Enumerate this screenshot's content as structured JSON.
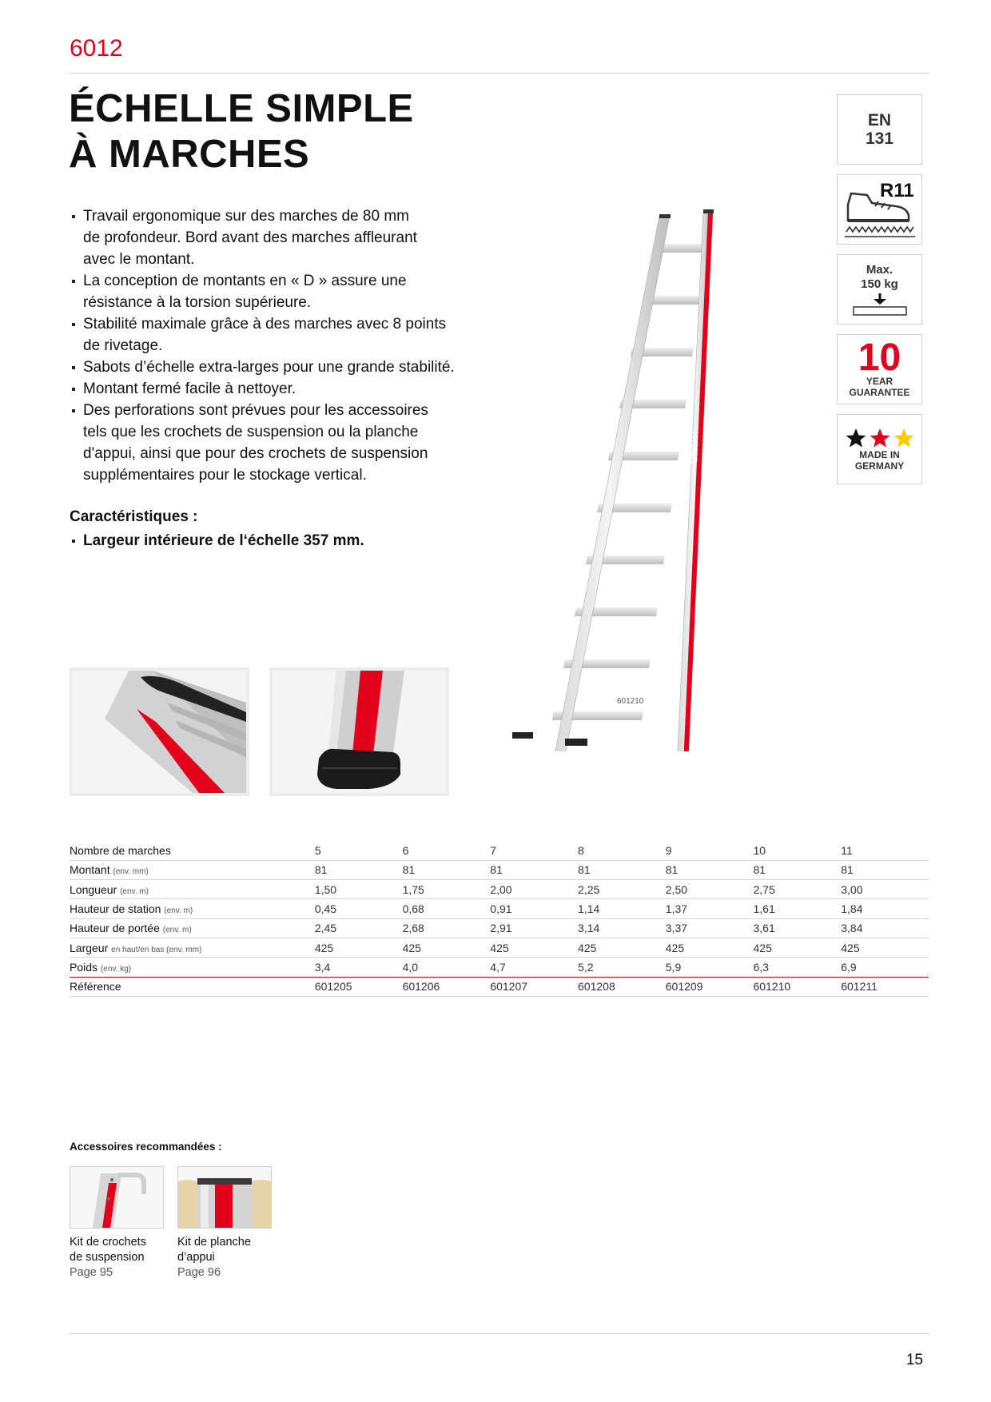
{
  "header": {
    "product_code": "6012",
    "title_line1": "ÉCHELLE SIMPLE",
    "title_line2": "À MARCHES"
  },
  "bullets": [
    [
      "Travail ergonomique sur des marches de 80 mm",
      "de profondeur. Bord avant des marches affleurant",
      "avec le montant."
    ],
    [
      "La conception de montants en « D » assure une",
      "résistance à la torsion supérieure."
    ],
    [
      "Stabilité maximale grâce à des marches avec 8 points",
      "de rivetage."
    ],
    [
      "Sabots d’échelle extra-larges pour une grande stabilité."
    ],
    [
      "Montant fermé facile à nettoyer."
    ],
    [
      "Des perforations sont prévues pour les accessoires",
      "tels que les crochets de suspension ou la planche",
      "d'appui, ainsi que pour des crochets de suspension",
      "supplémentaires pour le stockage vertical."
    ]
  ],
  "features": {
    "title": "Caractéristiques :",
    "items": [
      "Largeur intérieure de l‘échelle 357 mm."
    ]
  },
  "badges": {
    "norm_line1": "EN",
    "norm_line2": "131",
    "slip": "R11",
    "load_line1": "Max.",
    "load_line2": "150 kg",
    "guarantee_number": "10",
    "guarantee_line1": "YEAR",
    "guarantee_line2": "GUARANTEE",
    "made_line1": "MADE IN",
    "made_line2": "GERMANY"
  },
  "ladder": {
    "image_code": "601210",
    "brand": "HYMER",
    "rail_color": "#e2001a"
  },
  "specs": {
    "rows": [
      {
        "label": "Nombre de marches",
        "unit": "",
        "values": [
          "5",
          "6",
          "7",
          "8",
          "9",
          "10",
          "11"
        ]
      },
      {
        "label": "Montant",
        "unit": "(env. mm)",
        "values": [
          "81",
          "81",
          "81",
          "81",
          "81",
          "81",
          "81"
        ]
      },
      {
        "label": "Longueur",
        "unit": "(env. m)",
        "values": [
          "1,50",
          "1,75",
          "2,00",
          "2,25",
          "2,50",
          "2,75",
          "3,00"
        ]
      },
      {
        "label": "Hauteur de station",
        "unit": "(env. m)",
        "values": [
          "0,45",
          "0,68",
          "0,91",
          "1,14",
          "1,37",
          "1,61",
          "1,84"
        ]
      },
      {
        "label": "Hauteur de portée",
        "unit": "(env. m)",
        "values": [
          "2,45",
          "2,68",
          "2,91",
          "3,14",
          "3,37",
          "3,61",
          "3,84"
        ]
      },
      {
        "label": "Largeur",
        "unit": "en haut/en bas (env. mm)",
        "values": [
          "425",
          "425",
          "425",
          "425",
          "425",
          "425",
          "425"
        ]
      },
      {
        "label": "Poids",
        "unit": "(env. kg)",
        "values": [
          "3,4",
          "4,0",
          "4,7",
          "5,2",
          "5,9",
          "6,3",
          "6,9"
        ]
      },
      {
        "label": "Référence",
        "unit": "",
        "values": [
          "601205",
          "601206",
          "601207",
          "601208",
          "601209",
          "601210",
          "601211"
        ]
      }
    ]
  },
  "accessories": {
    "title": "Accessoires recommandées :",
    "items": [
      {
        "name_line1": "Kit de crochets",
        "name_line2": "de suspension",
        "page": "Page 95"
      },
      {
        "name_line1": "Kit de planche",
        "name_line2": "d’appui",
        "page": "Page 96"
      }
    ]
  },
  "footer": {
    "page_number": "15"
  }
}
